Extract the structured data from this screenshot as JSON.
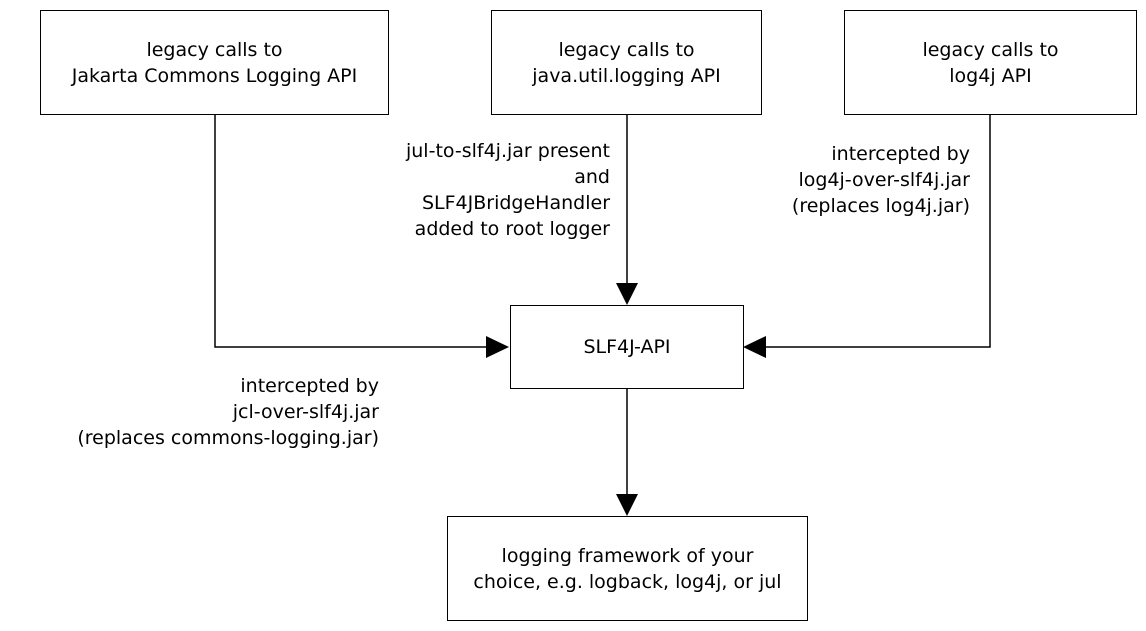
{
  "diagram": {
    "nodes": {
      "jcl_source": "legacy calls to\nJakarta Commons Logging API",
      "jul_source": "legacy calls to\njava.util.logging API",
      "log4j_source": "legacy calls to\nlog4j API",
      "slf4j_api": "SLF4J-API",
      "framework": "logging framework of your\nchoice, e.g. logback, log4j, or jul"
    },
    "edge_labels": {
      "jul_bridge": "jul-to-slf4j.jar present\nand\nSLF4JBridgeHandler\nadded to root logger",
      "log4j_bridge": "intercepted by\nlog4j-over-slf4j.jar\n(replaces log4j.jar)",
      "jcl_bridge": "intercepted by\njcl-over-slf4j.jar\n(replaces commons-logging.jar)"
    },
    "edges": [
      {
        "from": "jcl_source",
        "to": "slf4j_api"
      },
      {
        "from": "jul_source",
        "to": "slf4j_api"
      },
      {
        "from": "log4j_source",
        "to": "slf4j_api"
      },
      {
        "from": "slf4j_api",
        "to": "framework"
      }
    ],
    "colors": {
      "stroke": "#000000",
      "fill": "#ffffff",
      "text": "#000000"
    }
  }
}
